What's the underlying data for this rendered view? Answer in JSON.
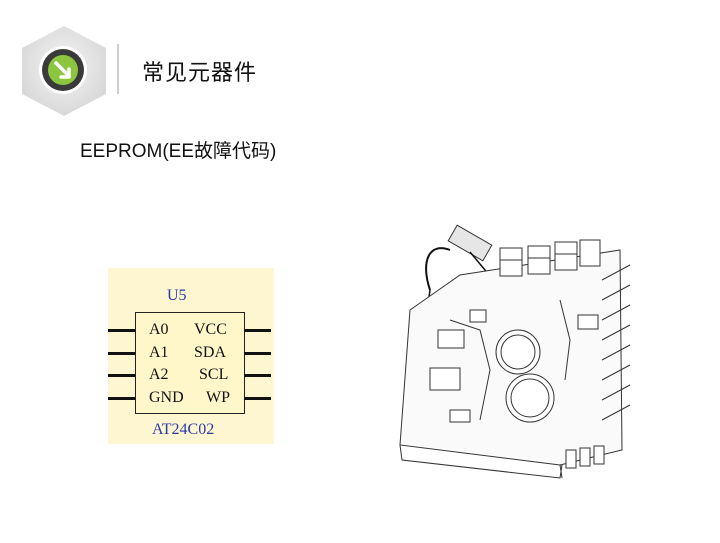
{
  "header": {
    "title": "常见元器件",
    "logo_icon": "arrow-down-right-icon"
  },
  "section": {
    "subtitle": "EEPROM(EE故障代码)"
  },
  "chip": {
    "reference": "U5",
    "part_number": "AT24C02",
    "left_pins": [
      "A0",
      "A1",
      "A2",
      "GND"
    ],
    "right_pins": [
      "VCC",
      "SDA",
      "SCL",
      "WP"
    ]
  },
  "illustration": {
    "name": "pcb-board-illustration"
  },
  "colors": {
    "logo_green": "#8cc63f",
    "chip_fill": "#fff7c9",
    "chip_text": "#2b3aa6"
  }
}
